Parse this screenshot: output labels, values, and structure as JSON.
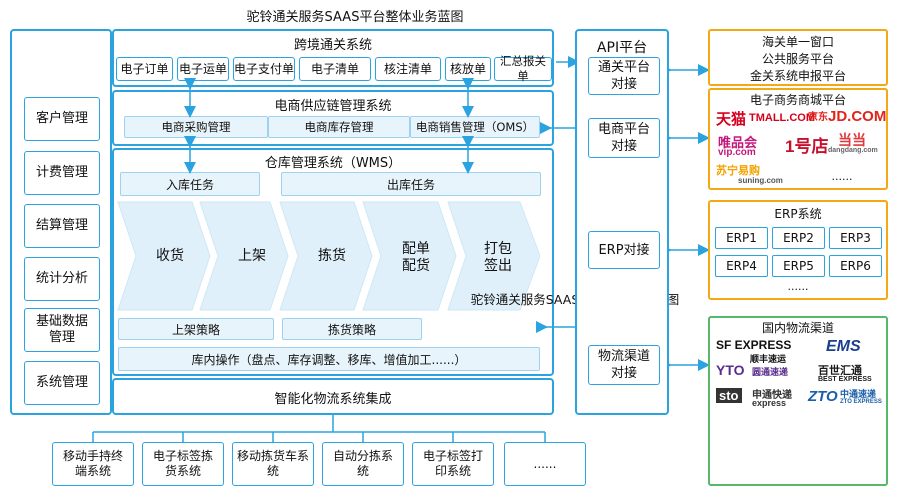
{
  "page_title": "驼铃通关服务SAAS平台整体业务蓝图",
  "overlay_caption": "驼铃通关服务SAAS平台整体业务蓝图",
  "left_column": [
    "客户管理",
    "计费管理",
    "结算管理",
    "统计分析",
    "基础数据管理",
    "系统管理"
  ],
  "customs_system": {
    "title": "跨境通关系统",
    "items": [
      "电子订单",
      "电子运单",
      "电子支付单",
      "电子清单",
      "核注清单",
      "核放单",
      "汇总报关单"
    ]
  },
  "supply_chain": {
    "title": "电商供应链管理系统",
    "items": [
      "电商采购管理",
      "电商库存管理",
      "电商销售管理（OMS）"
    ]
  },
  "wms": {
    "title": "仓库管理系统（WMS）",
    "inbound": "入库任务",
    "outbound": "出库任务",
    "steps": [
      "收货",
      "上架",
      "拣货",
      "配单配货",
      "打包签出"
    ],
    "putaway_strategy": "上架策略",
    "picking_strategy": "拣货策略",
    "inventory_ops": "库内操作（盘点、库存调整、移库、增值加工......）"
  },
  "logistics_integration": "智能化物流系统集成",
  "bottom_items": [
    "移动手持终端系统",
    "电子标签拣货系统",
    "移动拣货车系统",
    "自动分拣系统",
    "电子标签打印系统",
    "......"
  ],
  "api": {
    "title": "API平台",
    "items": [
      "通关平台对接",
      "电商平台对接",
      "ERP对接",
      "物流渠道对接"
    ]
  },
  "customs_window": [
    "海关单一窗口",
    "公共服务平台",
    "金关系统申报平台"
  ],
  "ecommerce": {
    "title": "电子商务商城平台",
    "logos": [
      "天猫",
      "TMALL.COM",
      "JD.COM",
      "京东",
      "唯品会",
      "vip.com",
      "1号店",
      "当当",
      "dangdang.com",
      "苏宁易购",
      "suning.com"
    ],
    "more": "......"
  },
  "erp": {
    "title": "ERP系统",
    "items": [
      "ERP1",
      "ERP2",
      "ERP3",
      "ERP4",
      "ERP5",
      "ERP6"
    ],
    "more": "......"
  },
  "logistics": {
    "title": "国内物流渠道",
    "logos": [
      "SF EXPRESS",
      "顺丰速运",
      "EMS",
      "YTO",
      "圆通速递",
      "百世汇通",
      "BEST EXPRESS",
      "sto",
      "申通快递",
      "express",
      "ZTO",
      "中通速递",
      "ZTO EXPRESS"
    ]
  },
  "colors": {
    "blue": "#2aa3e0",
    "orange": "#f3a916",
    "green": "#57b86c",
    "chevron": "#dff0fa"
  }
}
